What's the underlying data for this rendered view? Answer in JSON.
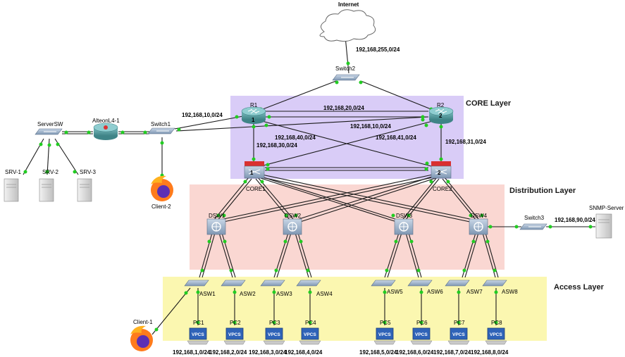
{
  "layers": {
    "core": "CORE Layer",
    "distribution": "Distribution Layer",
    "access": "Access Layer"
  },
  "devices": {
    "internet": "Internet",
    "switch2": "Switch2",
    "r1": "R1",
    "r2": "R2",
    "r1_port": "1",
    "r2_port": "2",
    "core1": "CORE1",
    "core2": "CORE2",
    "core1_port": "1",
    "core2_port": "2",
    "dsw1": "DSW1",
    "dsw2": "DSW2",
    "dsw3": "DSW3",
    "dsw4": "DSW4",
    "asw1": "ASW1",
    "asw2": "ASW2",
    "asw3": "ASW3",
    "asw4": "ASW4",
    "asw5": "ASW5",
    "asw6": "ASW6",
    "asw7": "ASW7",
    "asw8": "ASW8",
    "switch1": "Switch1",
    "switch3": "Switch3",
    "serversw": "ServerSW",
    "alteon": "AlteonL4-1",
    "srv1": "SRV-1",
    "srv2": "SRV-2",
    "srv3": "SRV-3",
    "client1": "Client-1",
    "client2": "Client-2",
    "snmp": "SNMP-Server",
    "pcs": [
      "PC1",
      "PC2",
      "PC3",
      "PC4",
      "PC5",
      "PC6",
      "PC7",
      "PC8"
    ],
    "vpcs": "VPCS"
  },
  "subnets": {
    "internet": "192,168,255,0/24",
    "r1_r2": "192,168,20,0/24",
    "r1_sw1": "192,168,10,0/24",
    "r2_sw1": "192,168,10,0/24",
    "r1_core1": "192,168,30,0/24",
    "r1_core2": "192,168,40,0/24",
    "r2_core1": "192,168,41,0/24",
    "r2_core2": "192,168,31,0/24",
    "snmp": "192,168,90,0/24",
    "pcs": [
      "192,168,1,0/24",
      "192,168,2,0/24",
      "192,168,3,0/24",
      "192,168,4,0/24",
      "192,168,5,0/24",
      "192,168,6,0/24",
      "192,168,7,0/24",
      "192,168,8,0/24"
    ]
  },
  "colors": {
    "core_zone": "#d9ccf7",
    "distribution_zone": "#fad7d2",
    "access_zone": "#fbf7b0",
    "link_dot": "#22cc22",
    "router": "#5a9ea0",
    "switch": "#8fa6c0",
    "core_switch_top": "#d93030"
  }
}
